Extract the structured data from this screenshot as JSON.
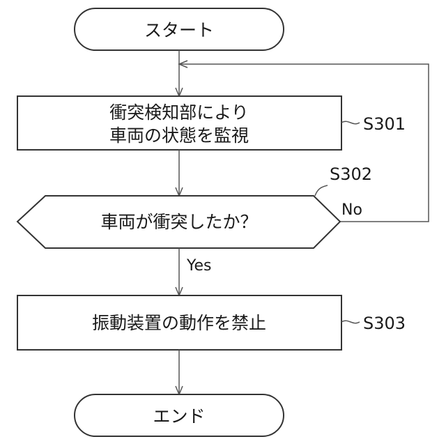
{
  "start": {
    "label": "スタート"
  },
  "step1": {
    "lines": [
      "衝突検知部により",
      "車両の状態を監視"
    ],
    "step_id": "S301"
  },
  "decision": {
    "label": "車両が衝突したか？",
    "step_id": "S302",
    "no_label": "No",
    "yes_label": "Yes"
  },
  "step3": {
    "label": "振動装置の動作を禁止",
    "step_id": "S303"
  },
  "end": {
    "label": "エンド"
  },
  "colors": {
    "stroke": "#333333",
    "connector": "#555555",
    "text": "#1a1a1a",
    "background": "#ffffff"
  }
}
